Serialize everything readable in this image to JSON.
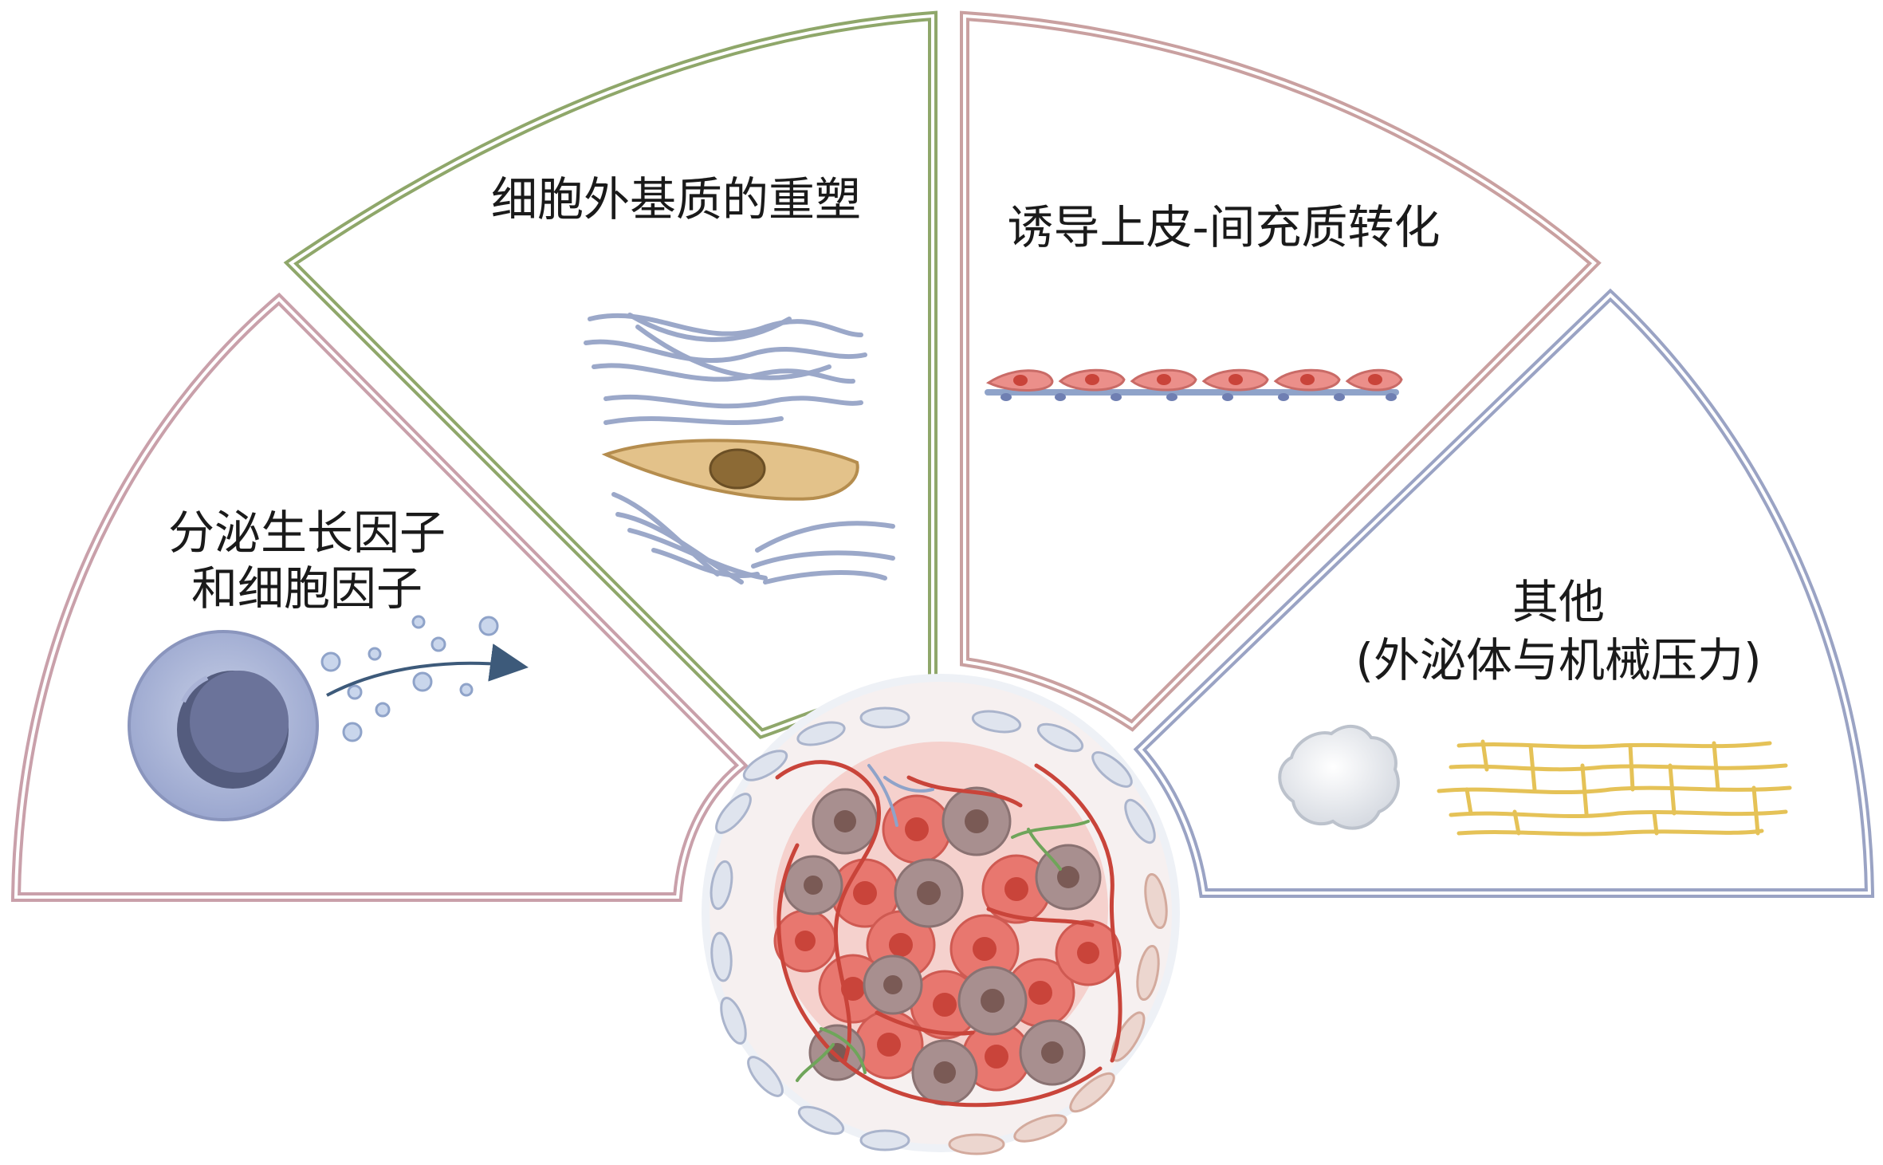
{
  "panels": [
    {
      "id": "growth-factors",
      "lines": [
        "分泌生长因子",
        "和细胞因子"
      ],
      "border_color": "#c9a0aa"
    },
    {
      "id": "ecm",
      "lines": [
        "细胞外基质的重塑"
      ],
      "border_color": "#8fa76a"
    },
    {
      "id": "emt",
      "lines": [
        "诱导上皮-间充质转化"
      ],
      "border_color": "#c9a0a0"
    },
    {
      "id": "other",
      "lines": [
        "其他",
        "(外泌体与机械压力)"
      ],
      "border_color": "#9aa3c4"
    }
  ],
  "icons": {
    "secreting_cell": "secreting-cell-icon",
    "fibers": "collagen-fiber-icon",
    "fibroblast": "fibroblast-icon",
    "epithelium": "epithelial-layer-icon",
    "exosome": "exosome-icon",
    "matrix": "matrix-mesh-icon",
    "tumor": "tumor-microenvironment-icon"
  },
  "colors": {
    "tumor_red": "#e8776f",
    "tumor_gray": "#a88f8f",
    "vessel": "#c9443a",
    "fiber": "#9ba8c9",
    "fibroblast": "#d9b57a",
    "matrix": "#e5c257"
  }
}
